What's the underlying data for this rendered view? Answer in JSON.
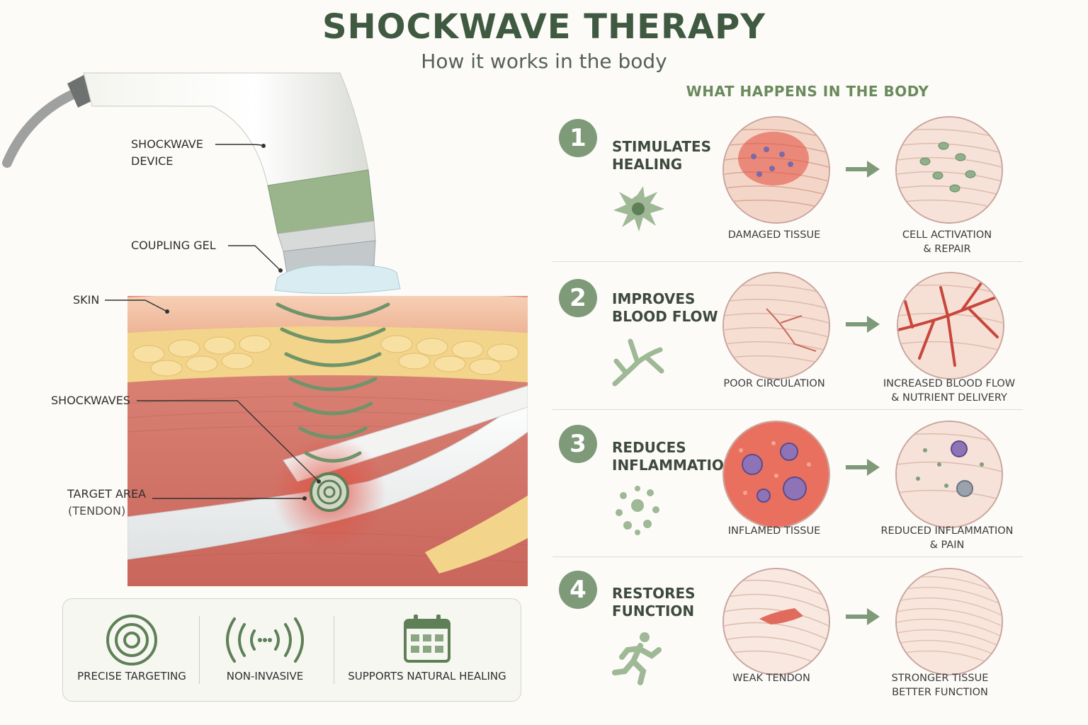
{
  "header": {
    "title": "SHOCKWAVE THERAPY",
    "subtitle": "How it works in the body"
  },
  "anatomy": {
    "labels": {
      "device": "SHOCKWAVE\nDEVICE",
      "gel": "COUPLING GEL",
      "skin": "SKIN",
      "waves": "SHOCKWAVES",
      "target": "TARGET AREA",
      "target_sub": "(TENDON)"
    }
  },
  "features": [
    {
      "label": "PRECISE TARGETING",
      "icon": "target-icon"
    },
    {
      "label": "NON-INVASIVE",
      "icon": "waves-icon"
    },
    {
      "label": "SUPPORTS NATURAL HEALING",
      "icon": "calendar-icon"
    }
  ],
  "body_section": {
    "heading": "WHAT HAPPENS IN THE BODY",
    "steps": [
      {
        "number": "1",
        "title": "STIMULATES\nHEALING",
        "icon": "cell-icon",
        "before": "DAMAGED TISSUE",
        "after": "CELL ACTIVATION\n& REPAIR"
      },
      {
        "number": "2",
        "title": "IMPROVES\nBLOOD FLOW",
        "icon": "vessel-branch-icon",
        "before": "POOR CIRCULATION",
        "after": "INCREASED BLOOD FLOW\n& NUTRIENT DELIVERY"
      },
      {
        "number": "3",
        "title": "REDUCES\nINFLAMMATION",
        "icon": "particles-icon",
        "before": "INFLAMED TISSUE",
        "after": "REDUCED INFLAMMATION\n& PAIN"
      },
      {
        "number": "4",
        "title": "RESTORES\nFUNCTION",
        "icon": "running-person-icon",
        "before": "WEAK TENDON",
        "after": "STRONGER TISSUE\nBETTER FUNCTION"
      }
    ]
  },
  "colors": {
    "accent_green": "#7f9a78",
    "title_green": "#3f5a40",
    "muscle": "#d9786c",
    "fat": "#f2d48a",
    "skin": "#f3c3a4"
  }
}
